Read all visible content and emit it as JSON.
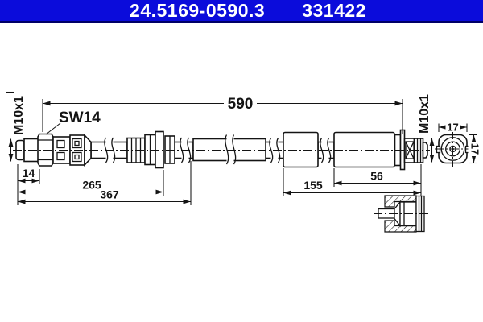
{
  "header": {
    "part_number": "24.5169-0590.3",
    "catalog_number": "331422"
  },
  "colors": {
    "header_bg": "#0b0cdb",
    "header_border": "#000066",
    "header_text": "#ffffff",
    "line": "#141414",
    "bg": "#ffffff"
  },
  "drawing": {
    "dimensions": {
      "overall_length": "590",
      "left_thread": "M10x1",
      "right_thread": "M10x1",
      "wrench_size": "SW14",
      "thread_length": "14",
      "length_to_grommet": "265",
      "length_to_sleeve_end": "367",
      "sleeve_section": "155",
      "end_sleeve": "56",
      "end_view_width": "17",
      "end_view_height": "17"
    }
  }
}
